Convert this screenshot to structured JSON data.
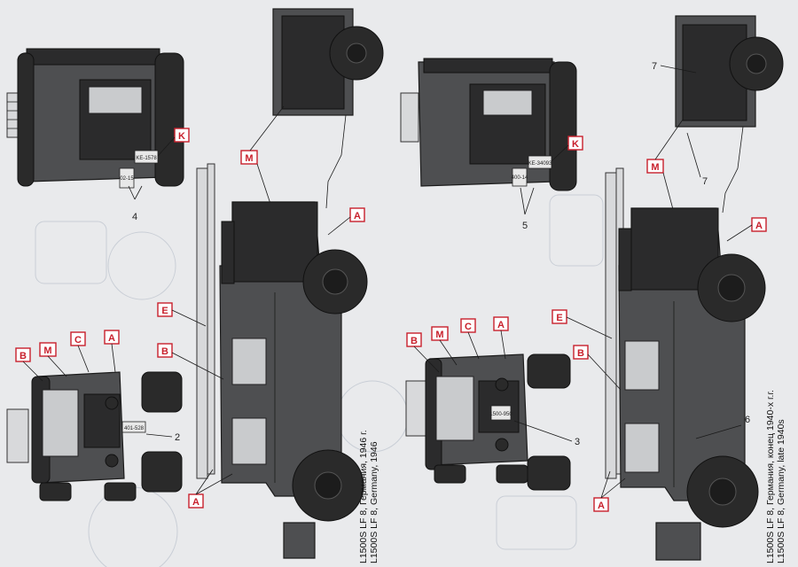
{
  "captions": {
    "left": [
      "L1500S LF 8, Германия, 1946 г.",
      "L1500S LF 8, Germany, 1946"
    ],
    "right": [
      "L1500S LF 8, Германия, конец 1940-х г.г.",
      "L1500S LF 8, Germany, late 1940s"
    ]
  },
  "callouts": {
    "A": "A",
    "B": "B",
    "C": "C",
    "E": "E",
    "K": "K",
    "M": "M"
  },
  "numbers": {
    "n2": "2",
    "n3": "3",
    "n4": "4",
    "n5": "5",
    "n6": "6",
    "n7": "7"
  },
  "plates": {
    "left_rear": "KE-1578",
    "left_rear_small": "02-15",
    "left_front": "401-528",
    "right_rear": "KE-34093",
    "right_rear_small": "400-14",
    "right_front": "1500-950"
  },
  "colors": {
    "callout_red": "#c8202c",
    "vehicle_grey": "#4e4f51",
    "paper": "#e9eaec"
  }
}
